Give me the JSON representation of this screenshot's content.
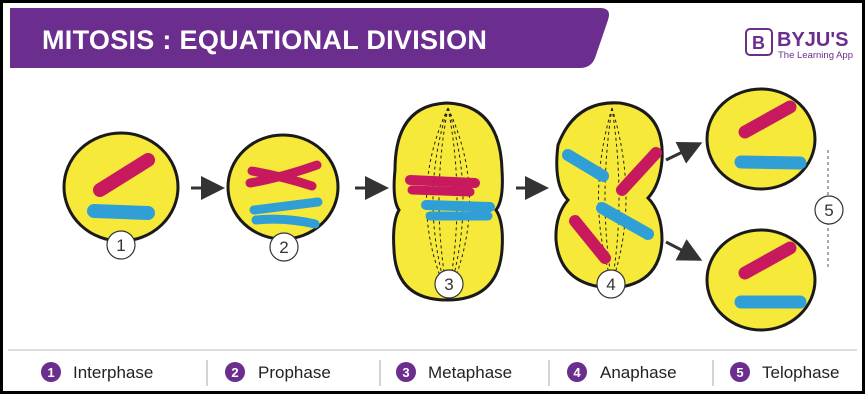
{
  "header": {
    "title": "MITOSIS : EQUATIONAL DIVISION",
    "brand_name": "BYJU'S",
    "brand_tagline": "The Learning App",
    "brand_logo_letter": "B"
  },
  "stages": [
    {
      "number": "1",
      "name": "Interphase"
    },
    {
      "number": "2",
      "name": "Prophase"
    },
    {
      "number": "3",
      "name": "Metaphase"
    },
    {
      "number": "4",
      "name": "Anaphase"
    },
    {
      "number": "5",
      "name": "Telophase"
    }
  ],
  "colors": {
    "header_purple": "#6b2d8e",
    "cell_yellow": "#f7e93a",
    "cell_outline": "#1a1a1a",
    "chromosome_pink": "#c8195f",
    "chromosome_blue": "#2f9fd5",
    "legend_bullet": "#6b2d8e"
  },
  "icons": {
    "arrow": "right-arrow-icon",
    "logo": "byjus-logo-icon"
  }
}
